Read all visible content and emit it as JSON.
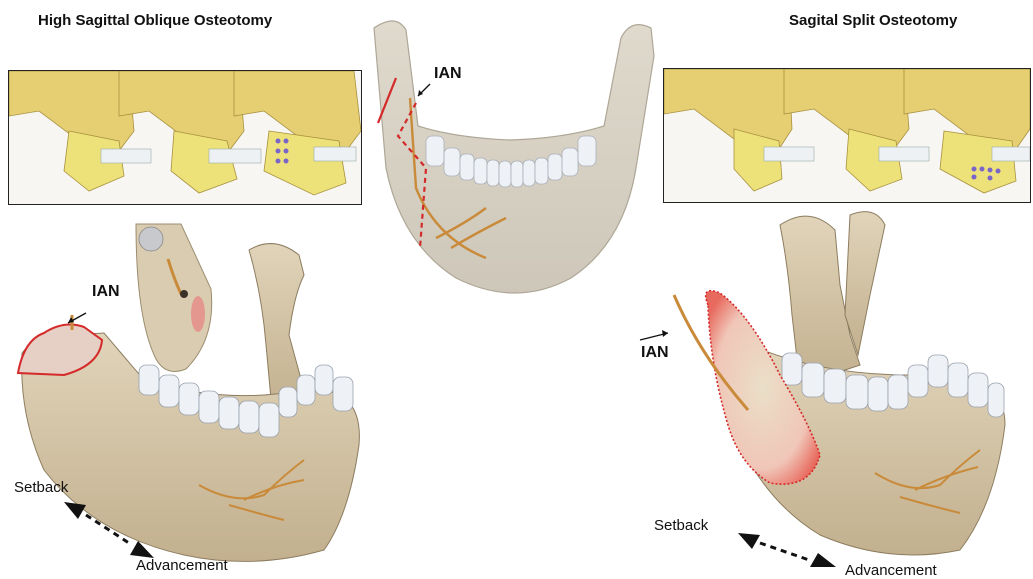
{
  "titles": {
    "left": "High Sagittal Oblique Osteotomy",
    "right": "Sagital Split Osteotomy"
  },
  "labels": {
    "ian_top": "IAN",
    "ian_left": "IAN",
    "ian_right": "IAN",
    "setback_left": "Setback",
    "advancement_left": "Advancement",
    "setback_right": "Setback",
    "advancement_right": "Advancement"
  },
  "colors": {
    "bone": "#d9cbb0",
    "bone_dark": "#b7a686",
    "skull_yellow": "#e6cf73",
    "segment_yellow": "#ede27a",
    "tooth": "#e8ecf1",
    "nerve": "#c98a3a",
    "cut_red": "#d42a2a",
    "plate_purple": "#7a66c8"
  }
}
